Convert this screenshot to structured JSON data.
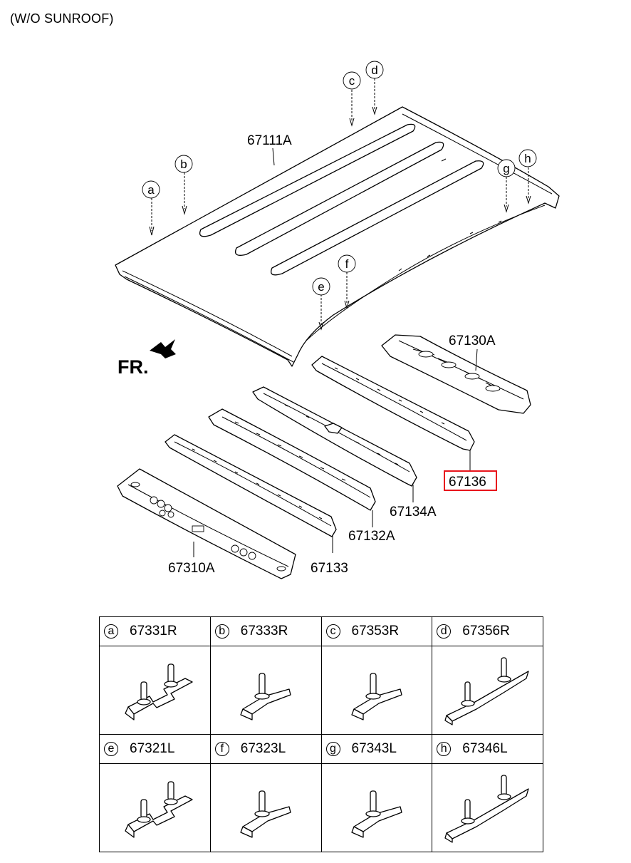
{
  "header": {
    "title": "(W/O SUNROOF)"
  },
  "direction": {
    "label": "FR."
  },
  "callouts": [
    "a",
    "b",
    "c",
    "d",
    "e",
    "f",
    "g",
    "h"
  ],
  "part_labels": {
    "roof_panel": "67111A",
    "rear_rail": "67130A",
    "rail_67136": "67136",
    "bow_67134a": "67134A",
    "bow_67132a": "67132A",
    "bow_67133": "67133",
    "front_rail": "67310A"
  },
  "highlight_color": "#e8141c",
  "table": {
    "rows": [
      [
        {
          "letter": "a",
          "code": "67331R",
          "icon": "double-stud-bracket"
        },
        {
          "letter": "b",
          "code": "67333R",
          "icon": "single-stud-bracket"
        },
        {
          "letter": "c",
          "code": "67353R",
          "icon": "single-stud-bracket"
        },
        {
          "letter": "d",
          "code": "67356R",
          "icon": "long-double-stud-bracket"
        }
      ],
      [
        {
          "letter": "e",
          "code": "67321L",
          "icon": "double-stud-bracket"
        },
        {
          "letter": "f",
          "code": "67323L",
          "icon": "single-stud-bracket"
        },
        {
          "letter": "g",
          "code": "67343L",
          "icon": "single-stud-bracket"
        },
        {
          "letter": "h",
          "code": "67346L",
          "icon": "long-double-stud-bracket"
        }
      ]
    ]
  }
}
